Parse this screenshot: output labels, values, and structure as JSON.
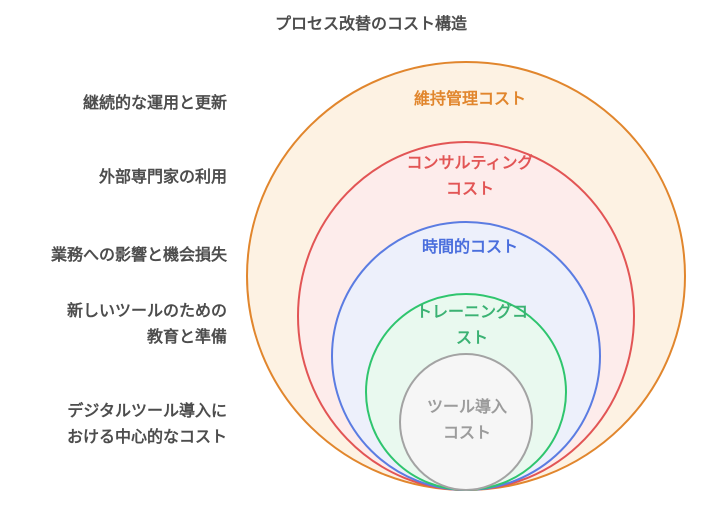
{
  "title": "プロセス改替のコスト構造",
  "text_color": "#4d4d4d",
  "left_labels": [
    {
      "line1": "継続的な運用と更新",
      "line2": ""
    },
    {
      "line1": "外部専門家の利用",
      "line2": ""
    },
    {
      "line1": "業務への影響と機会損失",
      "line2": ""
    },
    {
      "line1": "新しいツールのための",
      "line2": "教育と準備"
    },
    {
      "line1": "デジタルツール導入に",
      "line2": "おける中心的なコスト"
    }
  ],
  "rings": [
    {
      "name": "maintenance-cost",
      "line1": "維持管理コスト",
      "line2": "",
      "stroke": "#e1862d",
      "fill": "#fdf2e3",
      "text_color": "#e1862d"
    },
    {
      "name": "consulting-cost",
      "line1": "コンサルティング",
      "line2": "コスト",
      "stroke": "#e25555",
      "fill": "#fdeceb",
      "text_color": "#e25555"
    },
    {
      "name": "time-cost",
      "line1": "時間的コスト",
      "line2": "",
      "stroke": "#5b7ce2",
      "fill": "#edf0fb",
      "text_color": "#4a6edd"
    },
    {
      "name": "training-cost",
      "line1": "トレーニングコ",
      "line2": "スト",
      "stroke": "#2fc56e",
      "fill": "#e9f9ef",
      "text_color": "#3bb273"
    },
    {
      "name": "tool-adoption-cost",
      "line1": "ツール導入",
      "line2": "コスト",
      "stroke": "#a3a3a3",
      "fill": "#f6f6f6",
      "text_color": "#9c9c9c"
    }
  ]
}
